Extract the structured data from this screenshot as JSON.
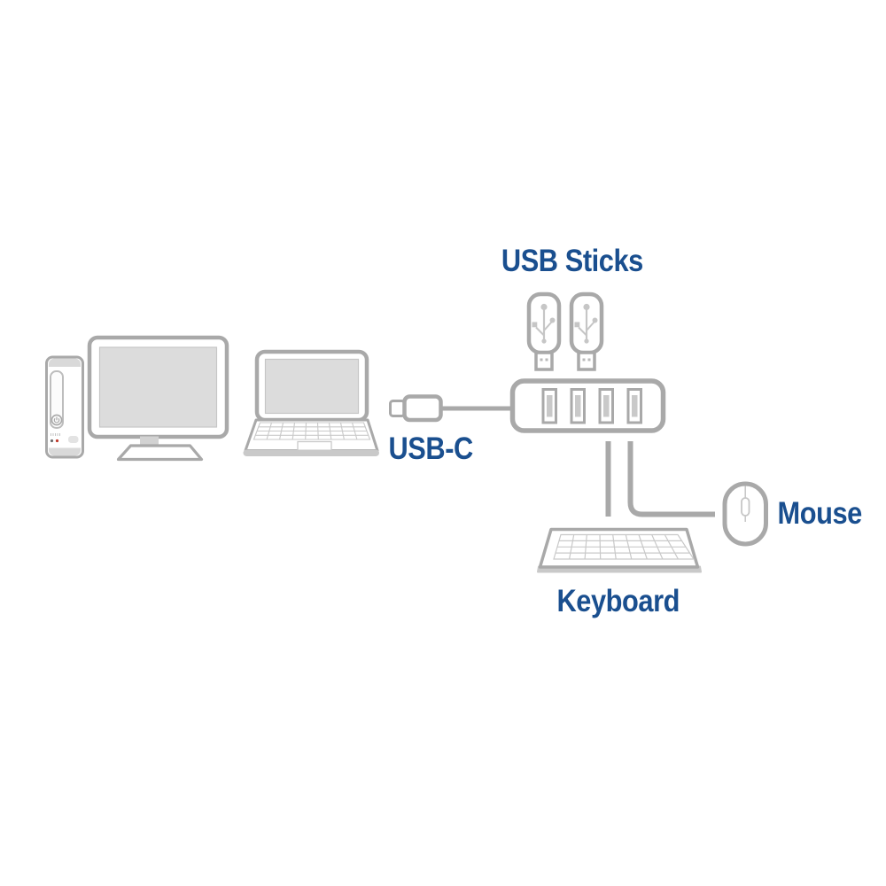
{
  "diagram": {
    "labels": {
      "usb_sticks": "USB Sticks",
      "usb_c": "USB-C",
      "mouse": "Mouse",
      "keyboard": "Keyboard"
    },
    "devices": [
      {
        "id": "desktop-computer",
        "icon": "desktop-tower-and-monitor-icon"
      },
      {
        "id": "laptop",
        "icon": "laptop-icon"
      },
      {
        "id": "usb-c-plug",
        "icon": "usb-c-plug-icon",
        "label_key": "usb_c"
      },
      {
        "id": "usb-hub",
        "icon": "usb-hub-icon",
        "port_count": 4
      },
      {
        "id": "usb-sticks",
        "icon": "usb-stick-icon",
        "count": 2,
        "label_key": "usb_sticks"
      },
      {
        "id": "mouse",
        "icon": "mouse-icon",
        "label_key": "mouse"
      },
      {
        "id": "keyboard",
        "icon": "keyboard-icon",
        "label_key": "keyboard"
      }
    ],
    "colors": {
      "label_text": "#1a4f8f",
      "outline_gray": "#a9a9a9",
      "screen_fill": "#dcdcdc",
      "detail_gray": "#c9c9c9",
      "symbol_gray": "#c6c6c6",
      "cap_fill": "#d9d9d9",
      "led_red": "#c0392b",
      "led_dark": "#6b6b6b",
      "background": "#ffffff"
    }
  }
}
